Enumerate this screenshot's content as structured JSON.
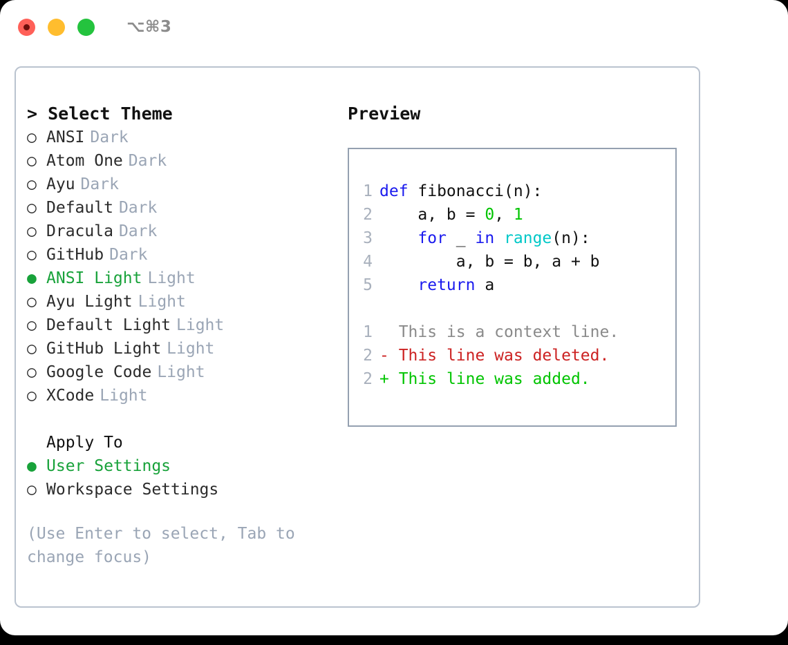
{
  "titlebar": {
    "shortcut": "⌥⌘3",
    "buttons": {
      "close": "close",
      "minimize": "minimize",
      "maximize": "maximize"
    }
  },
  "colors": {
    "selected_green": "#18A23A",
    "muted_blue_gray": "#9AA5B5",
    "panel_border": "#BAC3CF",
    "preview_border": "#94A0B0",
    "keyword_blue": "#1A1AEE",
    "function_cyan": "#00C8C8",
    "number_green": "#00C400",
    "diff_delete_red": "#CC2222",
    "diff_add_green": "#00C400",
    "line_number_gray": "#A8B0BC"
  },
  "theme_section": {
    "header": "> Select Theme",
    "items": [
      {
        "bullet": "○",
        "label": "ANSI",
        "variant": "Dark",
        "selected": false
      },
      {
        "bullet": "○",
        "label": "Atom One",
        "variant": "Dark",
        "selected": false
      },
      {
        "bullet": "○",
        "label": "Ayu",
        "variant": "Dark",
        "selected": false
      },
      {
        "bullet": "○",
        "label": "Default",
        "variant": "Dark",
        "selected": false
      },
      {
        "bullet": "○",
        "label": "Dracula",
        "variant": "Dark",
        "selected": false
      },
      {
        "bullet": "○",
        "label": "GitHub",
        "variant": "Dark",
        "selected": false
      },
      {
        "bullet": "●",
        "label": "ANSI Light",
        "variant": "Light",
        "selected": true
      },
      {
        "bullet": "○",
        "label": "Ayu Light",
        "variant": "Light",
        "selected": false
      },
      {
        "bullet": "○",
        "label": "Default Light",
        "variant": "Light",
        "selected": false
      },
      {
        "bullet": "○",
        "label": "GitHub Light",
        "variant": "Light",
        "selected": false
      },
      {
        "bullet": "○",
        "label": "Google Code",
        "variant": "Light",
        "selected": false
      },
      {
        "bullet": "○",
        "label": "XCode",
        "variant": "Light",
        "selected": false
      }
    ]
  },
  "apply_to_section": {
    "header": "Apply To",
    "items": [
      {
        "bullet": "●",
        "label": "User Settings",
        "selected": true
      },
      {
        "bullet": "○",
        "label": "Workspace Settings",
        "selected": false
      }
    ]
  },
  "hint": "(Use Enter to select, Tab to change focus)",
  "preview": {
    "title": "Preview",
    "code_lines": [
      {
        "no": "1",
        "tokens": [
          {
            "t": "def ",
            "k": "kw"
          },
          {
            "t": "fibonacci(n):",
            "k": "plain"
          }
        ]
      },
      {
        "no": "2",
        "tokens": [
          {
            "t": "    a, b = ",
            "k": "plain"
          },
          {
            "t": "0",
            "k": "num"
          },
          {
            "t": ", ",
            "k": "plain"
          },
          {
            "t": "1",
            "k": "num"
          }
        ]
      },
      {
        "no": "3",
        "tokens": [
          {
            "t": "    ",
            "k": "plain"
          },
          {
            "t": "for",
            "k": "kw"
          },
          {
            "t": " _ ",
            "k": "plain"
          },
          {
            "t": "in",
            "k": "kw"
          },
          {
            "t": " ",
            "k": "plain"
          },
          {
            "t": "range",
            "k": "fn"
          },
          {
            "t": "(n):",
            "k": "plain"
          }
        ]
      },
      {
        "no": "4",
        "tokens": [
          {
            "t": "        a, b = b, a + b",
            "k": "plain"
          }
        ]
      },
      {
        "no": "5",
        "tokens": [
          {
            "t": "    ",
            "k": "plain"
          },
          {
            "t": "return",
            "k": "kw"
          },
          {
            "t": " a",
            "k": "plain"
          }
        ]
      }
    ],
    "diff_lines": [
      {
        "no": "1",
        "marker": "  ",
        "text": "This is a context line.",
        "kind": "ctx"
      },
      {
        "no": "2",
        "marker": "- ",
        "text": "This line was deleted.",
        "kind": "del"
      },
      {
        "no": "2",
        "marker": "+ ",
        "text": "This line was added.",
        "kind": "add"
      }
    ]
  }
}
